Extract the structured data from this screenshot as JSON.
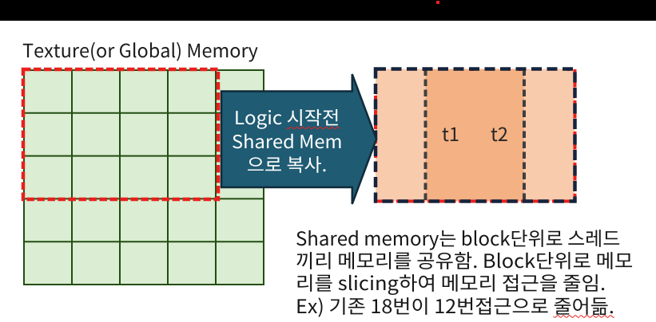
{
  "top_bar": {
    "background_color": "#000000",
    "record_marker_color": "#e8201c"
  },
  "title": {
    "text": "Texture(or Global) Memory"
  },
  "source_grid": {
    "rows": 5,
    "cols": 5,
    "fill_color": "#dbedd2",
    "line_color": "#234e13",
    "copied_region": {
      "cols": 4,
      "rows": 3,
      "border_color": "#e8201c",
      "border_style": "dashed"
    }
  },
  "arrow": {
    "fill_color": "#1f5b72",
    "outline_color": "#0f2b3b",
    "text_color": "#ffffff",
    "line1_prefix": "Logic ",
    "line1_misspelled": "시작전",
    "line2": "Shared Mem",
    "line3": "으로 복사."
  },
  "shared_block": {
    "outer_fill_color": "#f8cbad",
    "center_fill_color": "#f4b183",
    "border_color": "#15233c",
    "under_border_color": "#e8201c",
    "divider_color": "#3f3f3f",
    "thread_labels": {
      "t1": "t1",
      "t2": "t2"
    }
  },
  "notes": {
    "line1": "Shared memory는 block단위로 스레드",
    "line2": "끼리 메모리를 공유함. Block단위로 메모",
    "line3": "리를 slicing하여 메모리 접근을 줄임.",
    "line4_prefix": "Ex) 기존 18번이 12번접근으로 ",
    "line4_misspelled": "줄어듦."
  }
}
